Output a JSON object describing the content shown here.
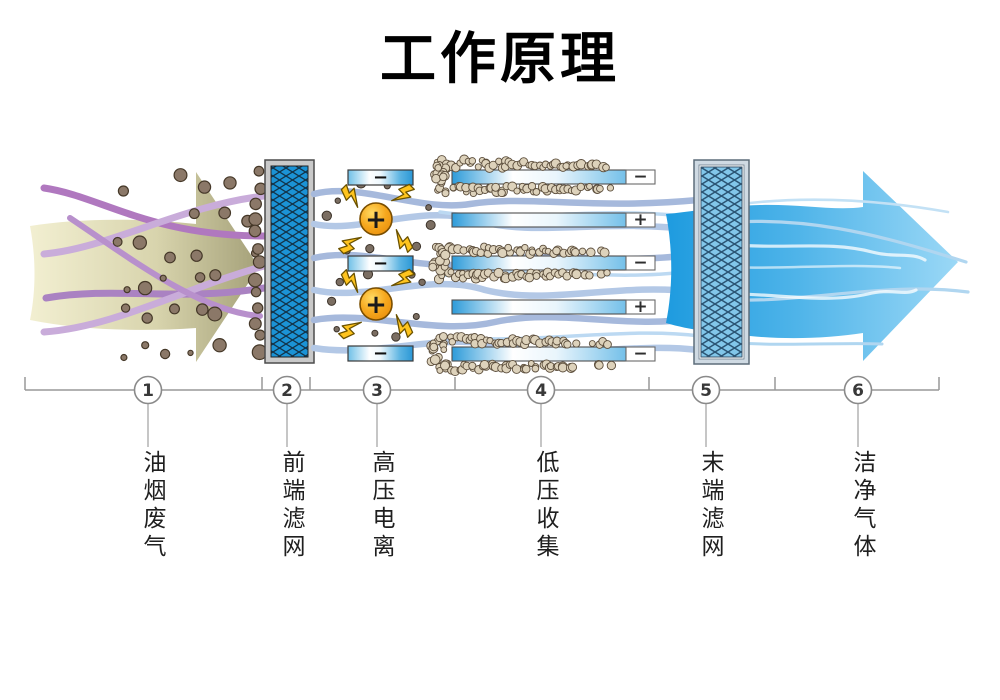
{
  "title": "工作原理",
  "steps": [
    {
      "num": "1",
      "label": "油烟废气"
    },
    {
      "num": "2",
      "label": "前端滤网"
    },
    {
      "num": "3",
      "label": "高压电离"
    },
    {
      "num": "4",
      "label": "低压收集"
    },
    {
      "num": "5",
      "label": "末端滤网"
    },
    {
      "num": "6",
      "label": "洁净气体"
    }
  ],
  "diagram": {
    "ionizer_symbol": "+",
    "electrode_bars": [
      {
        "symbol": "−"
      },
      {
        "symbol": "−"
      },
      {
        "symbol": "−"
      }
    ],
    "collection_bars": [
      {
        "symbol": "−"
      },
      {
        "symbol": "+"
      },
      {
        "symbol": "−"
      },
      {
        "symbol": "+"
      },
      {
        "symbol": "−"
      }
    ]
  },
  "colors": {
    "title_text": "#000000",
    "smoke_arrow_light": "#f2efd1",
    "smoke_arrow_mid": "#d8d4ad",
    "smoke_arrow_dark": "#a5a179",
    "smoke_line_purple": "#b078bf",
    "smoke_line_lilac": "#c9acda",
    "smoke_particle": "#8b7868",
    "smoke_particle_outline": "#453828",
    "filter_frame": "#c9c9c9",
    "front_filter_panel": "#1b93d6",
    "front_filter_lattice": "#123349",
    "airflow_line": "#a6b9dc",
    "airflow_line_alt": "#b3c8e6",
    "airflow_line_light": "#bcd9f2",
    "electrode_bar_blue": "#2a97d6",
    "ionizer_core_light": "#ffdb64",
    "ionizer_core_mid": "#f6a81e",
    "ionizer_core_dark": "#e5890a",
    "bolt_yellow": "#ffc41e",
    "collection_bar_blue": "#2d9bd9",
    "collected_particle": "#ddd2bb",
    "collected_particle_outline": "#5c4e3c",
    "end_filter_frame": "#cfdae3",
    "end_filter_panel": "#82c7ea",
    "end_filter_lattice": "#2b5574",
    "clean_arrow_dark": "#1e9bdf",
    "clean_arrow_mid": "#4fb4e9",
    "clean_arrow_light": "#9bd8f6",
    "axis_gray": "#999999",
    "label_text": "#1f1f1f"
  }
}
